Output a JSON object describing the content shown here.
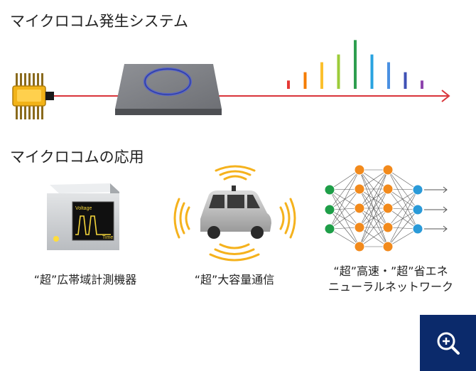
{
  "generation": {
    "title": "マイクロコム発生システム",
    "comb_lines": [
      {
        "color": "#e53935",
        "level": 0.15
      },
      {
        "color": "#f57c00",
        "level": 0.3
      },
      {
        "color": "#fbc02d",
        "level": 0.48
      },
      {
        "color": "#9ccc3a",
        "level": 0.62
      },
      {
        "color": "#2e9e4f",
        "level": 0.88
      },
      {
        "color": "#29a3e0",
        "level": 0.62
      },
      {
        "color": "#4a90e2",
        "level": 0.48
      },
      {
        "color": "#3f51b5",
        "level": 0.3
      },
      {
        "color": "#8e44ad",
        "level": 0.15
      }
    ],
    "laser_color": "#d9343a"
  },
  "applications": {
    "title": "マイクロコムの応用",
    "instrument": {
      "caption": "“超”広帯域計測機器",
      "screen_label_top": "Voltage",
      "screen_label_bottom": "Time"
    },
    "communication": {
      "caption": "“超”大容量通信"
    },
    "neural_network": {
      "caption_line1": "“超”高速・”超”省エネ",
      "caption_line2": "ニューラルネットワーク"
    }
  },
  "zoom_button": {
    "icon": "zoom-in-icon",
    "color": "#0b2a6b"
  }
}
